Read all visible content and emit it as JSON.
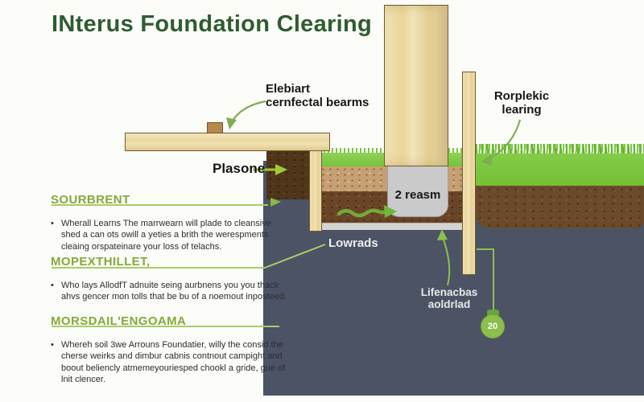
{
  "title": "INterus Foundation Clearing",
  "sections": [
    {
      "bullet": "•",
      "heading": "SOURBRENT",
      "body": "Wherall Learns The marrwearn will plade to cleansive shed a can ots owill a yeties a brith the werespments cleaing orspateinare your loss of telachs."
    },
    {
      "bullet": "•",
      "heading": "MOPEXTHILLET,",
      "body": "Who lays AllodfT adnuite seing aurbnens you you thack ahvs gencer mon tolls that be bu of a noemout inposteed."
    },
    {
      "bullet": "•",
      "heading": "MORSDAIL'ENGOAMA",
      "body": "Whereh soil 3we Arrouns Foundatier, willy the consid the cherse weirks and dimbur cabnis contnout campight and boout beliencly atmemeyouriesped chookl a gride, gue of lnit clencer."
    }
  ],
  "labels": {
    "beam_line1": "Elebiart",
    "beam_line2": "cernfectal bearms",
    "right_line1": "Rorplekic",
    "right_line2": "learing",
    "soil": "Plasone",
    "footing": "2 reasm",
    "footing_base": "Lowrads",
    "anchor_line1": "Lifenacbas",
    "anchor_line2": "aoldrlad",
    "bulb": "20"
  },
  "colors": {
    "title_green": "#2e5c32",
    "heading_green": "#84a93a",
    "leader_green": "#9cc45e",
    "panel_blue_gray": "#4b5365",
    "grass_green": "#7cc63e",
    "wood_tan": "#ecd9a8",
    "concrete_gray": "#cacaca",
    "bulb_green": "#8cc04c"
  }
}
